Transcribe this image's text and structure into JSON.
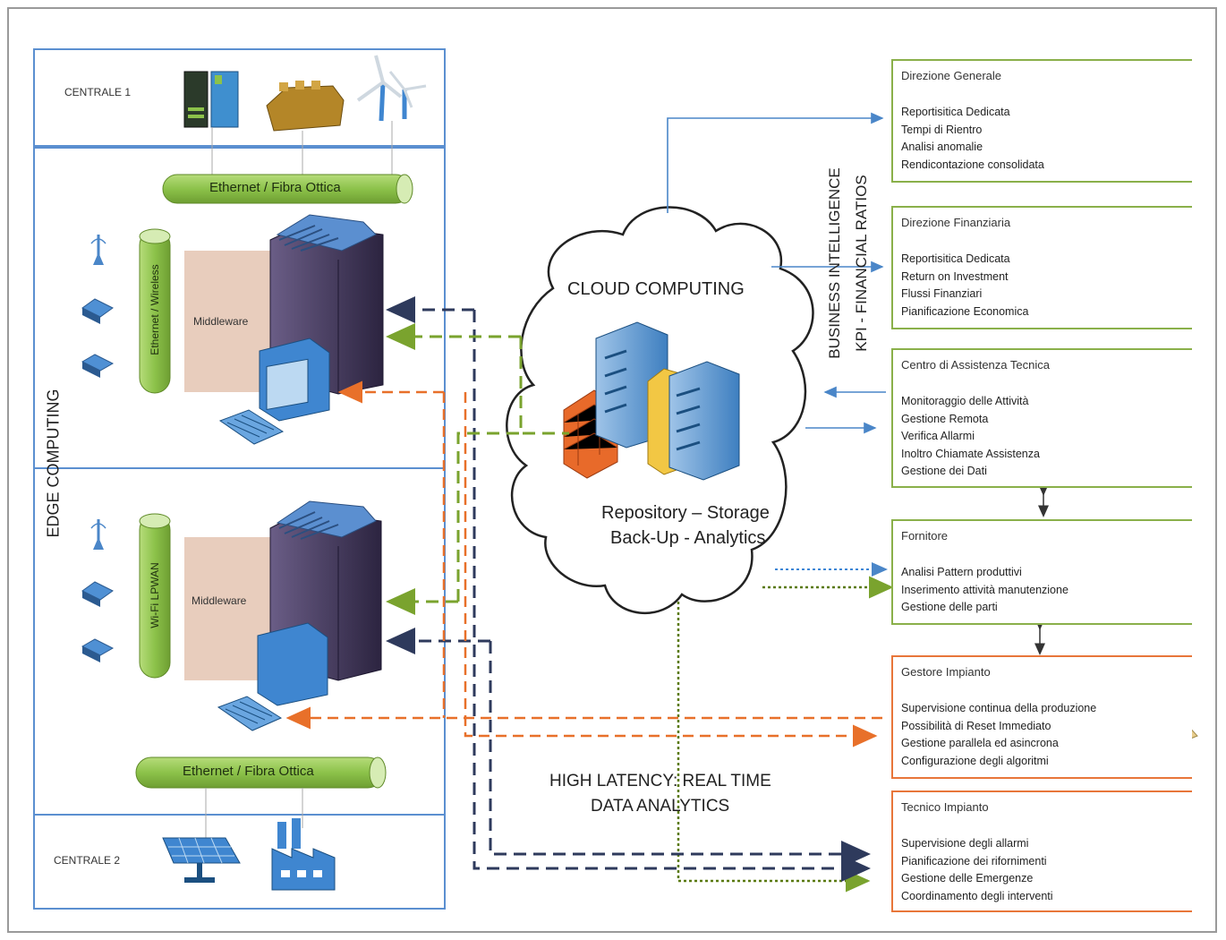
{
  "edge": {
    "label": "EDGE COMPUTING",
    "centrale1": "CENTRALE 1",
    "centrale2": "CENTRALE 2",
    "ethernet_top": "Ethernet / Fibra Ottica",
    "ethernet_bottom": "Ethernet / Fibra Ottica",
    "wireless_vertical": "Ethernet / Wireless",
    "wifi_vertical": "Wi-Fi   LPWAN",
    "middleware_top": "Middleware",
    "middleware_bottom": "Middleware"
  },
  "cloud": {
    "title": "CLOUD COMPUTING",
    "repo_line1": "Repository – Storage",
    "repo_line2": "Back-Up - Analytics"
  },
  "bi": {
    "line1": "BUSINESS INTELLIGENCE",
    "line2": "KPI -  FINANCIAL RATIOS"
  },
  "latency": {
    "line1": "HIGH LATENCY: REAL TIME",
    "line2": "DATA ANALYTICS"
  },
  "panels": [
    {
      "title": "Direzione Generale",
      "color": "#8ab04a",
      "items": [
        "Reportisitica Dedicata",
        "Tempi di Rientro",
        "Analisi anomalie",
        "Rendicontazione consolidata"
      ]
    },
    {
      "title": "Direzione Finanziaria",
      "color": "#8ab04a",
      "items": [
        "Reportisitica Dedicata",
        "Return on Investment",
        "Flussi Finanziari",
        "Pianificazione Economica"
      ]
    },
    {
      "title": "Centro di Assistenza Tecnica",
      "color": "#8ab04a",
      "items": [
        "Monitoraggio delle Attività",
        "Gestione Remota",
        "Verifica Allarmi",
        "Inoltro Chiamate Assistenza",
        "Gestione dei Dati"
      ]
    },
    {
      "title": "Fornitore",
      "color": "#8ab04a",
      "items": [
        "Analisi Pattern produttivi",
        "Inserimento attività manutenzione",
        "Gestione delle parti"
      ]
    },
    {
      "title": "Gestore Impianto",
      "color": "#e8763a",
      "items": [
        "Supervisione continua della produzione",
        "Possibilità di Reset Immediato",
        "Gestione parallela ed asincrona",
        "Configurazione degli algoritmi"
      ]
    },
    {
      "title": "Tecnico Impianto",
      "color": "#e8763a",
      "items": [
        "Supervisione degli allarmi",
        "Pianificazione dei rifornimenti",
        "Gestione delle Emergenze",
        "Coordinamento degli interventi"
      ]
    }
  ],
  "colors": {
    "edge_border": "#5b8fd0",
    "pipe_green": "#8cc24a",
    "link_blue": "#4a86c8",
    "dash_navy": "#2e3a5c",
    "dash_green": "#7aa32e",
    "dash_orange": "#e8702a",
    "dotted_blue": "#3d86d6",
    "dotted_green": "#5a7a10"
  },
  "icons": [
    "battery-icon",
    "engine-icon",
    "wind-turbine-icon",
    "antenna-icon",
    "modem-icon",
    "server-icon",
    "monitor-icon",
    "keyboard-icon",
    "solar-panel-icon",
    "factory-icon",
    "cloud-icon",
    "firewall-icon",
    "meeting-icon",
    "finance-desk-icon",
    "support-operator-icon",
    "supplier-icon",
    "plant-manager-icon",
    "technician-icon"
  ]
}
